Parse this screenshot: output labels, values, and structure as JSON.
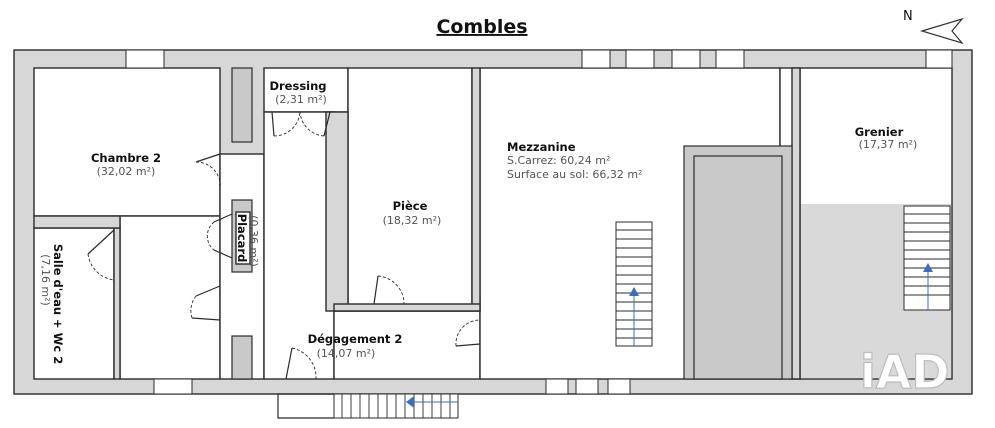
{
  "floor_title": "Combles",
  "north_label": "N",
  "logo_text": "iAD",
  "rooms": [
    {
      "name": "Chambre 2",
      "area": "(32,02 m²)"
    },
    {
      "name": "Dressing",
      "area": "(2,31 m²)"
    },
    {
      "name": "Pièce",
      "area": "(18,32 m²)"
    },
    {
      "name": "Mezzanine",
      "area": "",
      "details": [
        "S.Carrez: 60,24 m²",
        "Surface au sol: 66,32 m²"
      ]
    },
    {
      "name": "Grenier",
      "area": "(17,37 m²)"
    },
    {
      "name": "Placard",
      "area": "(0,36 m²)"
    },
    {
      "name": "Salle d'eau + Wc 2",
      "area": "(7,16 m²)"
    },
    {
      "name": "Dégagement 2",
      "area": "(14,07 m²)"
    }
  ],
  "colors": {
    "wall_fill": "#d7d7d7",
    "wall_stroke": "#2b2b2b",
    "stair_arrow": "#3a6fc0",
    "area_text": "#555555",
    "logo_outline": "#bdbdbd"
  }
}
